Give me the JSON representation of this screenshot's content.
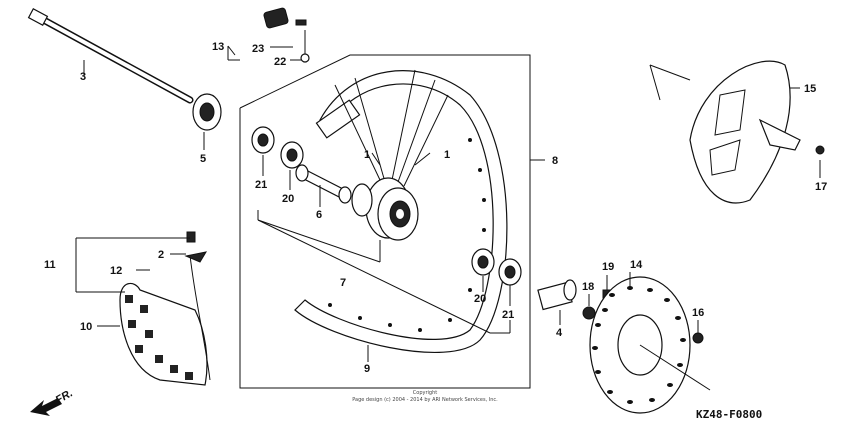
{
  "diagram": {
    "labels": {
      "p1a": "1",
      "p1b": "1",
      "p2": "2",
      "p3": "3",
      "p4": "4",
      "p5": "5",
      "p6": "6",
      "p7": "7",
      "p8": "8",
      "p9": "9",
      "p10": "10",
      "p11": "11",
      "p12": "12",
      "p13": "13",
      "p14": "14",
      "p15": "15",
      "p16": "16",
      "p17": "17",
      "p18": "18",
      "p19": "19",
      "p20a": "20",
      "p20b": "20",
      "p21a": "21",
      "p21b": "21",
      "p22": "22",
      "p23": "23"
    },
    "copyright_title": "Copyright",
    "copyright_line": "Page design (c) 2004 - 2014 by ARI Network Services, Inc.",
    "diagram_code": "KZ48-F0800",
    "direction_label": "FR."
  },
  "colors": {
    "ink": "#111111",
    "background": "#ffffff"
  }
}
